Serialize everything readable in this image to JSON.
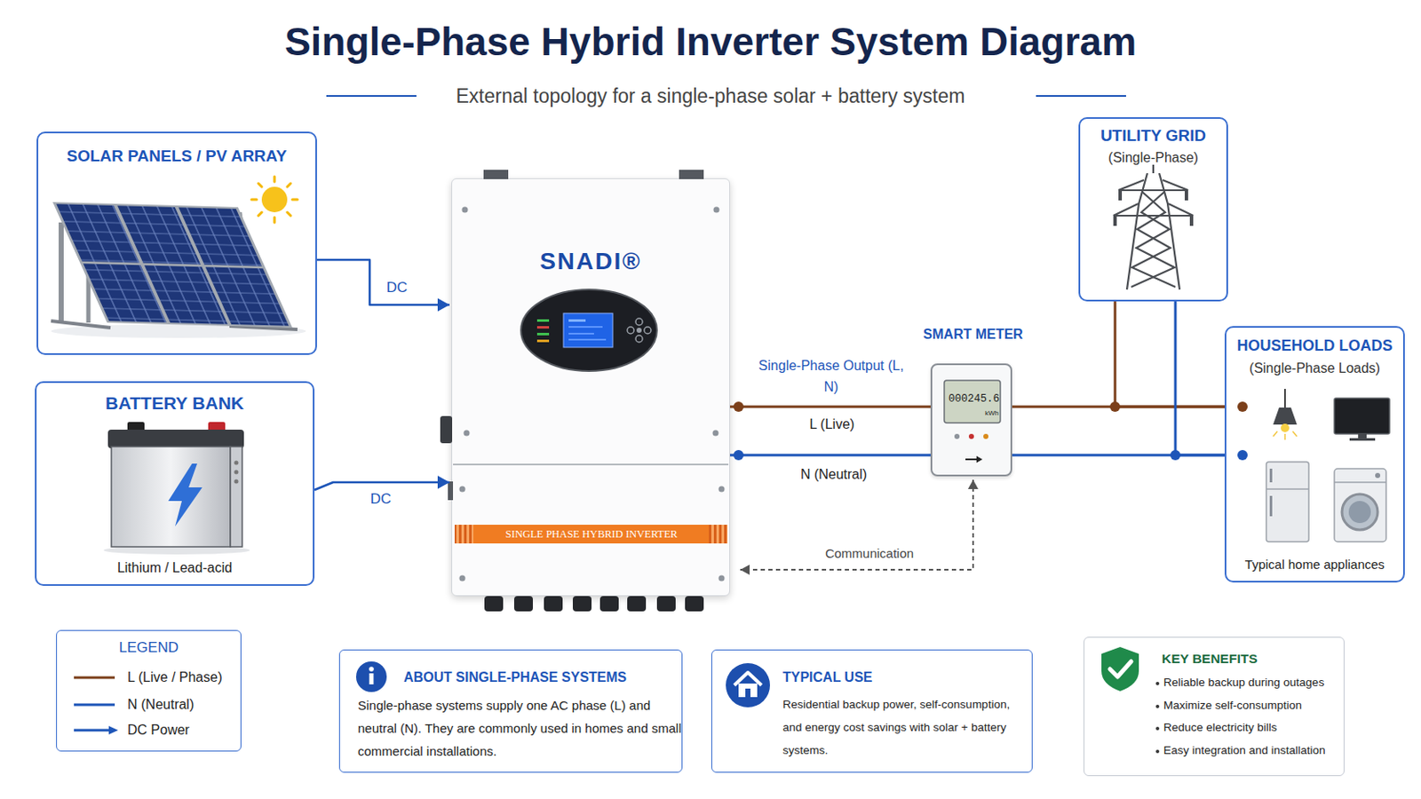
{
  "diagram": {
    "title": "Single-Phase Hybrid Inverter System Diagram",
    "caption": "External topology for a single-phase solar + battery system",
    "nodes": [
      {
        "text": [
          "SOLAR PANELS / PV ARRAY"
        ]
      },
      {
        "text": [
          "BATTERY BANK",
          "Lithium / Lead-acid"
        ]
      },
      {
        "text": [
          "SNADI®",
          "SINGLE PHASE HYBRID INVERTER"
        ]
      },
      {
        "text": [
          "UTILITY GRID",
          "(Single-Phase)"
        ]
      },
      {
        "text": [
          "SMART METER",
          "000245.6",
          "kWh"
        ]
      },
      {
        "text": [
          "HOUSEHOLD LOADS",
          "(Single-Phase Loads)",
          "Typical home appliances"
        ]
      },
      {
        "text": [
          "ABOUT SINGLE-PHASE SYSTEMS",
          "Single-phase systems supply one AC phase (L) and neutral (N). They are commonly used in homes and small commercial installations."
        ]
      },
      {
        "text": [
          "TYPICAL USE",
          "Residential backup power, self-consumption, and energy cost savings with solar + battery systems."
        ]
      },
      {
        "text": [
          "KEY BENEFITS",
          "Reliable backup during outages",
          "Maximize self-consumption",
          "Reduce electricity bills",
          "Easy integration and installation"
        ]
      }
    ],
    "edges": [
      {
        "from": 0,
        "to": 2,
        "label": "DC",
        "arrow": "to"
      },
      {
        "from": 1,
        "to": 2,
        "label": "DC",
        "arrow": "to"
      },
      {
        "from": 2,
        "to": 4,
        "label": "L (Live)",
        "arrow": "none"
      },
      {
        "from": 2,
        "to": 4,
        "label": "N (Neutral)",
        "arrow": "none"
      },
      {
        "from": 4,
        "to": 5,
        "arrow": "none"
      },
      {
        "from": 4,
        "to": 5,
        "arrow": "none"
      },
      {
        "from": 3,
        "to": 5,
        "arrow": "none"
      },
      {
        "from": 3,
        "to": 5,
        "arrow": "none"
      },
      {
        "from": 4,
        "to": 2,
        "label": "Communication",
        "arrow": "both"
      }
    ],
    "labels": [
      "Single-Phase Output (L, N)",
      "LEGEND"
    ],
    "legend": [
      {
        "text": "L (Live / Phase)"
      },
      {
        "text": "N (Neutral)"
      },
      {
        "text": "DC Power"
      }
    ]
  }
}
